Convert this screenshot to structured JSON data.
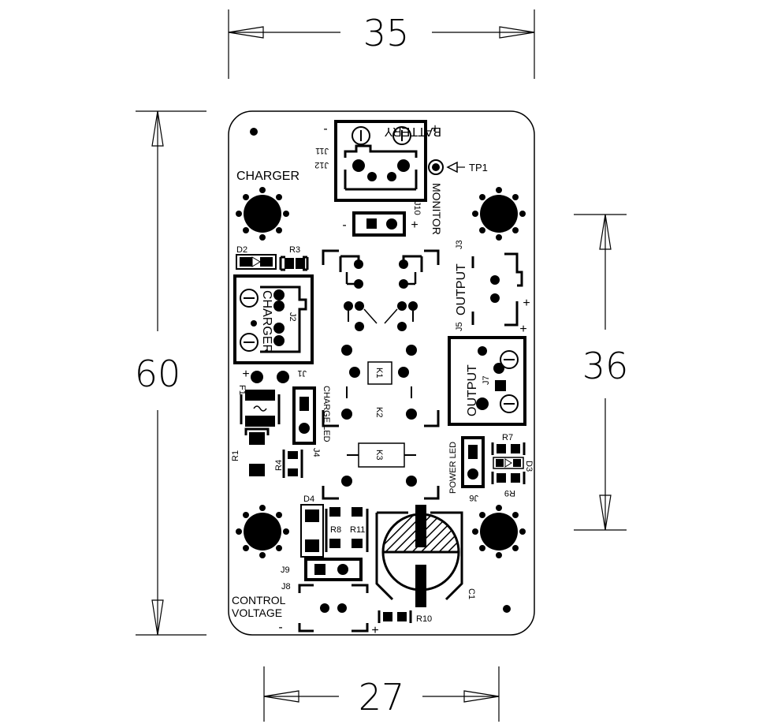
{
  "dimensions": {
    "width_top": "35",
    "height_left": "60",
    "height_right": "36",
    "width_bottom": "27"
  },
  "labels": {
    "charger_title": "CHARGER",
    "battery": "BATTERY",
    "battery_plus": "+",
    "battery_minus": "-",
    "j11": "J11",
    "j12": "J12",
    "tp1": "TP1",
    "monitor": "MONITOR",
    "j10": "J10",
    "j10_minus": "-",
    "j10_plus": "+",
    "d2": "D2",
    "r3": "R3",
    "j2": "J2",
    "j2_charger": "CHARGER",
    "j1": "J1",
    "f1": "F1",
    "charge_led": "CHARGE LED",
    "j4": "J4",
    "r1": "R1",
    "r4": "R4",
    "k1": "K1",
    "k2": "K2",
    "k3": "K3",
    "j3": "J3",
    "output_j5": "OUTPUT",
    "j5": "J5",
    "j3_plus": "+",
    "j5_plus": "+",
    "output_j7": "OUTPUT",
    "j7": "J7",
    "power_led": "POWER LED",
    "j6": "J6",
    "r7": "R7",
    "d3": "D3",
    "r9": "R9",
    "d4": "D4",
    "r8": "R8",
    "r11": "R11",
    "j9": "J9",
    "j8": "J8",
    "control": "CONTROL",
    "voltage": "VOLTAGE",
    "cv_minus": "-",
    "cv_plus": "+",
    "r10": "R10",
    "c1": "C1",
    "f1_plus": "+"
  }
}
